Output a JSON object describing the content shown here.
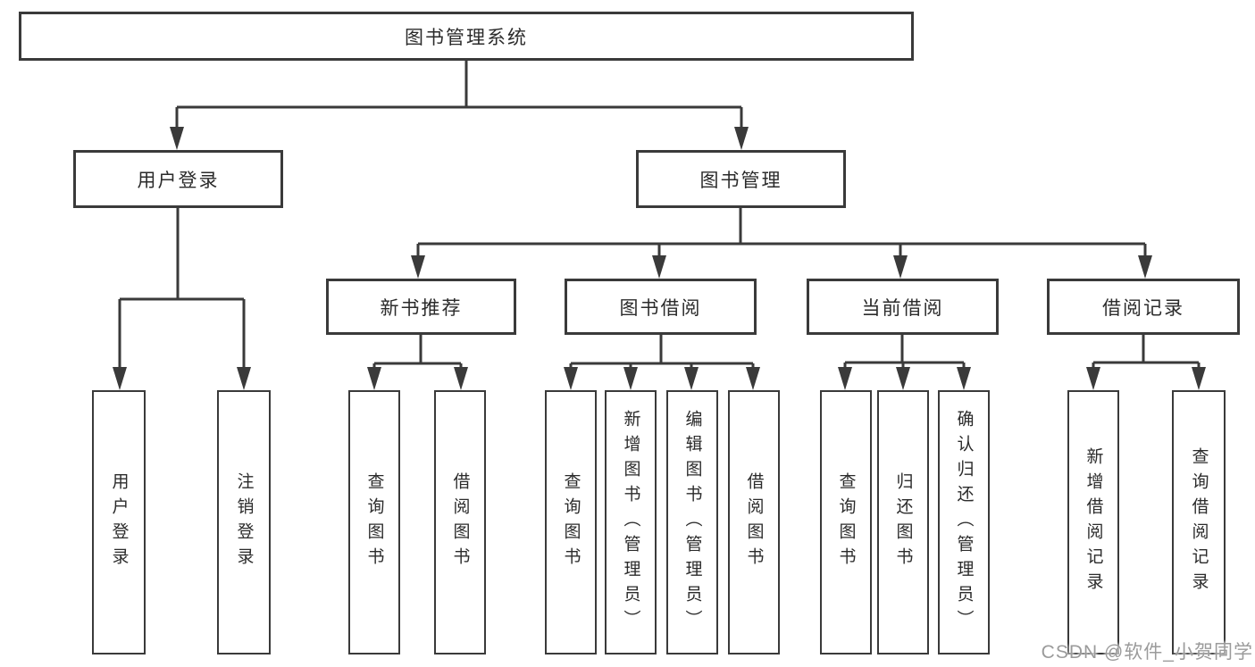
{
  "diagram": {
    "root": {
      "label": "图书管理系统"
    },
    "level1": [
      {
        "label": "用户登录"
      },
      {
        "label": "图书管理"
      }
    ],
    "level2": [
      {
        "label": "新书推荐"
      },
      {
        "label": "图书借阅"
      },
      {
        "label": "当前借阅"
      },
      {
        "label": "借阅记录"
      }
    ],
    "leaves": [
      {
        "label": "用户登录"
      },
      {
        "label": "注销登录"
      },
      {
        "label": "查询图书"
      },
      {
        "label": "借阅图书"
      },
      {
        "label": "查询图书"
      },
      {
        "label": "新增图书（管理员）"
      },
      {
        "label": "编辑图书（管理员）"
      },
      {
        "label": "借阅图书"
      },
      {
        "label": "查询图书"
      },
      {
        "label": "归还图书"
      },
      {
        "label": "确认归还（管理员）"
      },
      {
        "label": "新增借阅记录"
      },
      {
        "label": "查询借阅记录"
      }
    ]
  },
  "watermark": {
    "text": "CSDN @软件_小贺同学"
  },
  "colors": {
    "line": "#3a3a3a",
    "box_border": "#3a3a3a",
    "text": "#2b2b2b",
    "background": "#ffffff",
    "watermark": "#9b9b9b"
  }
}
